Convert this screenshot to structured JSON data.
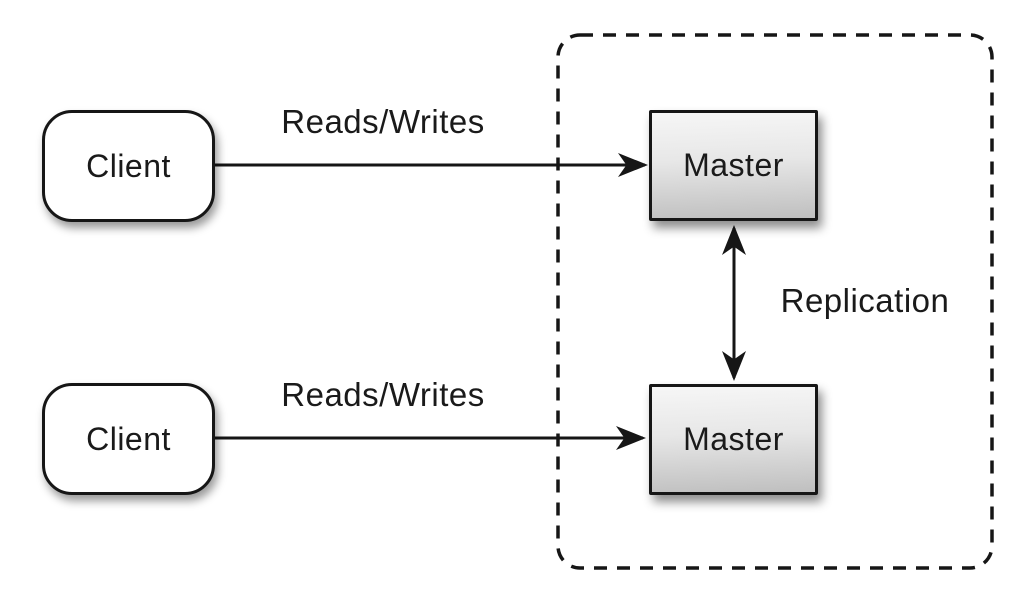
{
  "diagram": {
    "nodes": {
      "client_top": {
        "label": "Client"
      },
      "client_bottom": {
        "label": "Client"
      },
      "master_top": {
        "label": "Master"
      },
      "master_bottom": {
        "label": "Master"
      }
    },
    "labels": {
      "reads_writes_top": "Reads/Writes",
      "reads_writes_bottom": "Reads/Writes",
      "replication": "Replication"
    },
    "colors": {
      "stroke": "#161616",
      "text": "#1a1a1a",
      "background": "#ffffff",
      "client_fill": "#ffffff",
      "master_grad_top": "#f6f6f6",
      "master_grad_bottom": "#bfbfbf"
    }
  }
}
